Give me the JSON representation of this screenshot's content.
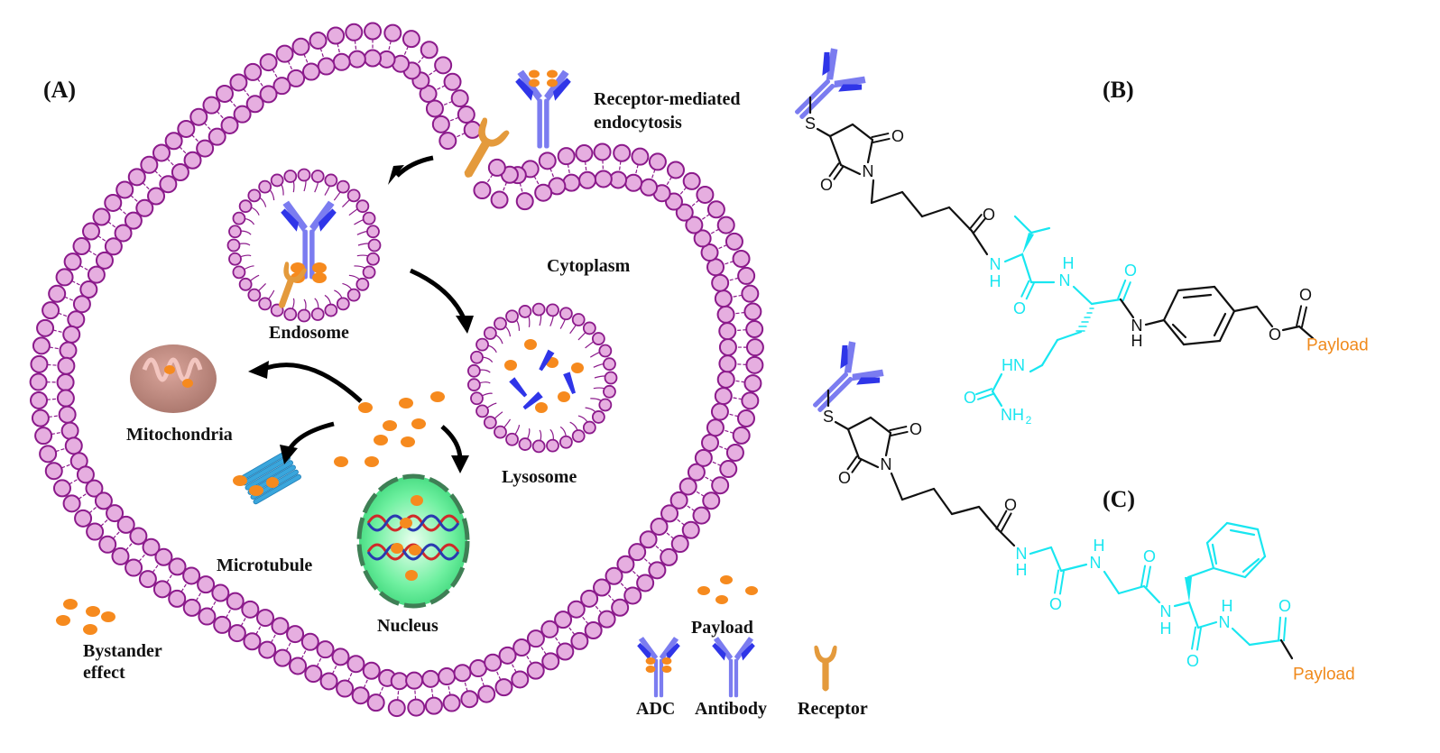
{
  "figure": {
    "panels": [
      {
        "id": "A",
        "label": "(A)"
      },
      {
        "id": "B",
        "label": "(B)"
      },
      {
        "id": "C",
        "label": "(C)"
      }
    ],
    "panel_a": {
      "labels": {
        "entry": "Receptor-mediated",
        "entry2": "endocytosis",
        "cytoplasm": "Cytoplasm",
        "endosome": "Endosome",
        "lysosome": "Lysosome",
        "mitochondria": "Mitochondria",
        "microtubule": "Microtubule",
        "nucleus": "Nucleus",
        "bystander": "Bystander",
        "bystander2": "effect"
      },
      "legend": [
        {
          "key": "payload",
          "label": "Payload",
          "icon": "payload-dots-icon"
        },
        {
          "key": "adc",
          "label": "ADC",
          "icon": "adc-icon"
        },
        {
          "key": "antibody",
          "label": "Antibody",
          "icon": "antibody-icon"
        },
        {
          "key": "receptor",
          "label": "Receptor",
          "icon": "receptor-icon"
        }
      ]
    },
    "panel_b": {
      "atoms": {
        "S": "S",
        "O": "O",
        "N": "N",
        "NH": "N",
        "H": "H",
        "HN": "HN",
        "NH2": "NH",
        "sub2": "2"
      },
      "payload": "Payload"
    },
    "panel_c": {
      "payload": "Payload"
    },
    "colors": {
      "membrane_stroke": "#8b1a8b",
      "membrane_fill": "#e6aee0",
      "antibody": "#7b7cf0",
      "antibody_dark": "#2f35e8",
      "payload": "#f68a1e",
      "receptor": "#e49a3c",
      "peptide": "#19e6f0",
      "payload_text": "#f08a1c",
      "bond": "#111111"
    }
  }
}
